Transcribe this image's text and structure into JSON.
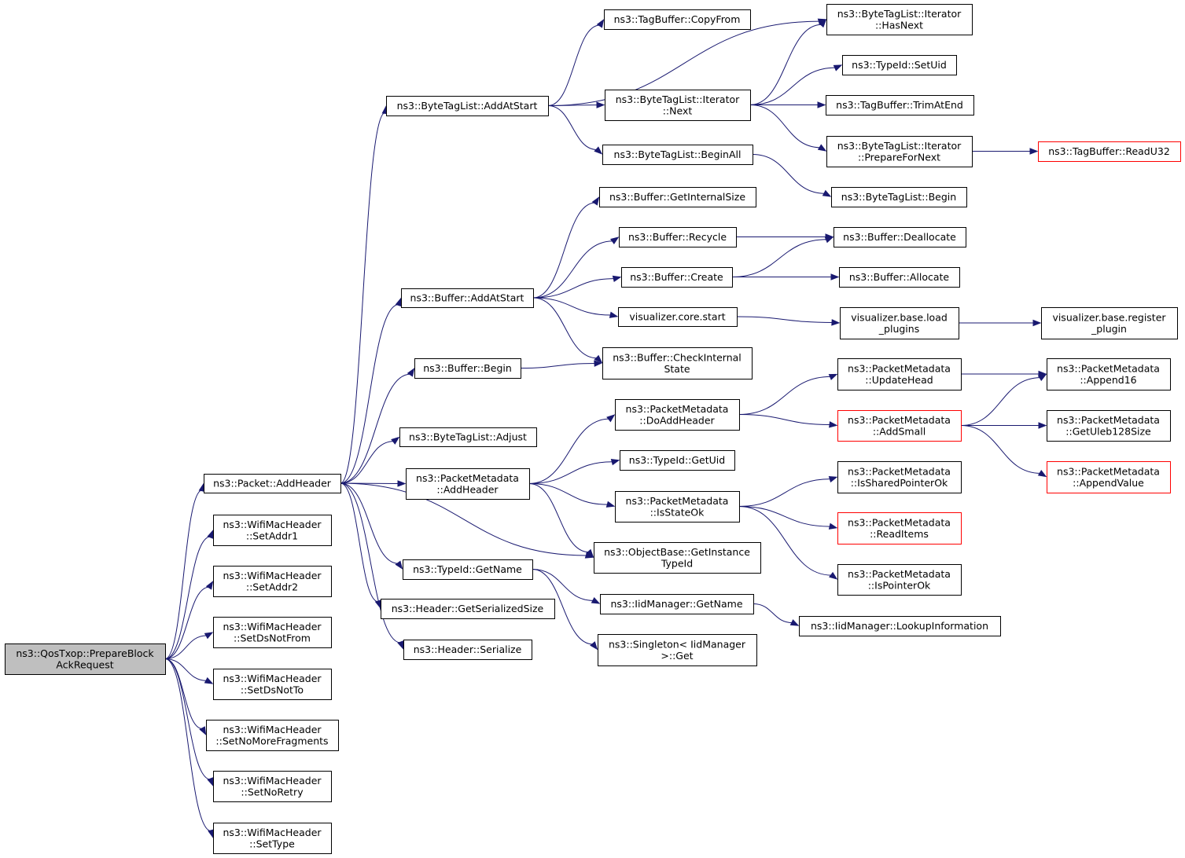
{
  "colors": {
    "edge": "#191970",
    "node_border": "#000000",
    "node_border_truncated": "#ff0000",
    "root_fill": "#bfbfbf",
    "node_fill": "#ffffff"
  },
  "nodes": [
    {
      "id": "root",
      "lines": [
        "ns3::QosTxop::PrepareBlock",
        "AckRequest"
      ],
      "root": true
    },
    {
      "id": "addHeader",
      "lines": [
        "ns3::Packet::AddHeader"
      ]
    },
    {
      "id": "setAddr1",
      "lines": [
        "ns3::WifiMacHeader",
        "::SetAddr1"
      ]
    },
    {
      "id": "setAddr2",
      "lines": [
        "ns3::WifiMacHeader",
        "::SetAddr2"
      ]
    },
    {
      "id": "setDsNotFrom",
      "lines": [
        "ns3::WifiMacHeader",
        "::SetDsNotFrom"
      ]
    },
    {
      "id": "setDsNotTo",
      "lines": [
        "ns3::WifiMacHeader",
        "::SetDsNotTo"
      ]
    },
    {
      "id": "setNoMoreFragments",
      "lines": [
        "ns3::WifiMacHeader",
        "::SetNoMoreFragments"
      ]
    },
    {
      "id": "setNoRetry",
      "lines": [
        "ns3::WifiMacHeader",
        "::SetNoRetry"
      ]
    },
    {
      "id": "setType",
      "lines": [
        "ns3::WifiMacHeader",
        "::SetType"
      ]
    },
    {
      "id": "btlAddAtStart",
      "lines": [
        "ns3::ByteTagList::AddAtStart"
      ]
    },
    {
      "id": "bufAddAtStart",
      "lines": [
        "ns3::Buffer::AddAtStart"
      ]
    },
    {
      "id": "bufBegin",
      "lines": [
        "ns3::Buffer::Begin"
      ]
    },
    {
      "id": "btlAdjust",
      "lines": [
        "ns3::ByteTagList::Adjust"
      ]
    },
    {
      "id": "pmAddHeader",
      "lines": [
        "ns3::PacketMetadata",
        "::AddHeader"
      ]
    },
    {
      "id": "typeIdGetName",
      "lines": [
        "ns3::TypeId::GetName"
      ]
    },
    {
      "id": "hdrGetSerializedSize",
      "lines": [
        "ns3::Header::GetSerializedSize"
      ]
    },
    {
      "id": "hdrSerialize",
      "lines": [
        "ns3::Header::Serialize"
      ]
    },
    {
      "id": "tbCopyFrom",
      "lines": [
        "ns3::TagBuffer::CopyFrom"
      ]
    },
    {
      "id": "btlItNext",
      "lines": [
        "ns3::ByteTagList::Iterator",
        "::Next"
      ]
    },
    {
      "id": "btlBeginAll",
      "lines": [
        "ns3::ByteTagList::BeginAll"
      ]
    },
    {
      "id": "bufGetInternalSize",
      "lines": [
        "ns3::Buffer::GetInternalSize"
      ]
    },
    {
      "id": "bufRecycle",
      "lines": [
        "ns3::Buffer::Recycle"
      ]
    },
    {
      "id": "bufCreate",
      "lines": [
        "ns3::Buffer::Create"
      ]
    },
    {
      "id": "vizCoreStart",
      "lines": [
        "visualizer.core.start"
      ]
    },
    {
      "id": "bufCheckInternalState",
      "lines": [
        "ns3::Buffer::CheckInternal",
        "State"
      ]
    },
    {
      "id": "pmDoAddHeader",
      "lines": [
        "ns3::PacketMetadata",
        "::DoAddHeader"
      ]
    },
    {
      "id": "typeIdGetUid",
      "lines": [
        "ns3::TypeId::GetUid"
      ]
    },
    {
      "id": "pmIsStateOk",
      "lines": [
        "ns3::PacketMetadata",
        "::IsStateOk"
      ]
    },
    {
      "id": "obGetInstanceTypeId",
      "lines": [
        "ns3::ObjectBase::GetInstance",
        "TypeId"
      ]
    },
    {
      "id": "iidGetName",
      "lines": [
        "ns3::IidManager::GetName"
      ]
    },
    {
      "id": "singletonGet",
      "lines": [
        "ns3::Singleton< IidManager",
        ">::Get"
      ]
    },
    {
      "id": "btlItHasNext",
      "lines": [
        "ns3::ByteTagList::Iterator",
        "::HasNext"
      ]
    },
    {
      "id": "typeIdSetUid",
      "lines": [
        "ns3::TypeId::SetUid"
      ]
    },
    {
      "id": "tbTrimAtEnd",
      "lines": [
        "ns3::TagBuffer::TrimAtEnd"
      ]
    },
    {
      "id": "btlItPrepareForNext",
      "lines": [
        "ns3::ByteTagList::Iterator",
        "::PrepareForNext"
      ]
    },
    {
      "id": "btlBegin",
      "lines": [
        "ns3::ByteTagList::Begin"
      ]
    },
    {
      "id": "bufDeallocate",
      "lines": [
        "ns3::Buffer::Deallocate"
      ]
    },
    {
      "id": "bufAllocate",
      "lines": [
        "ns3::Buffer::Allocate"
      ]
    },
    {
      "id": "vizBaseLoadPlugins",
      "lines": [
        "visualizer.base.load",
        "_plugins"
      ]
    },
    {
      "id": "pmUpdateHead",
      "lines": [
        "ns3::PacketMetadata",
        "::UpdateHead"
      ]
    },
    {
      "id": "pmAddSmall",
      "lines": [
        "ns3::PacketMetadata",
        "::AddSmall"
      ],
      "truncated": true
    },
    {
      "id": "pmIsSharedPointerOk",
      "lines": [
        "ns3::PacketMetadata",
        "::IsSharedPointerOk"
      ]
    },
    {
      "id": "pmReadItems",
      "lines": [
        "ns3::PacketMetadata",
        "::ReadItems"
      ],
      "truncated": true
    },
    {
      "id": "pmIsPointerOk",
      "lines": [
        "ns3::PacketMetadata",
        "::IsPointerOk"
      ]
    },
    {
      "id": "iidLookupInformation",
      "lines": [
        "ns3::IidManager::LookupInformation"
      ]
    },
    {
      "id": "tbReadU32",
      "lines": [
        "ns3::TagBuffer::ReadU32"
      ],
      "truncated": true
    },
    {
      "id": "vizBaseRegisterPlugin",
      "lines": [
        "visualizer.base.register",
        "_plugin"
      ]
    },
    {
      "id": "pmAppend16",
      "lines": [
        "ns3::PacketMetadata",
        "::Append16"
      ]
    },
    {
      "id": "pmGetUleb128Size",
      "lines": [
        "ns3::PacketMetadata",
        "::GetUleb128Size"
      ]
    },
    {
      "id": "pmAppendValue",
      "lines": [
        "ns3::PacketMetadata",
        "::AppendValue"
      ],
      "truncated": true
    }
  ],
  "edges": [
    [
      "root",
      "addHeader"
    ],
    [
      "root",
      "setAddr1"
    ],
    [
      "root",
      "setAddr2"
    ],
    [
      "root",
      "setDsNotFrom"
    ],
    [
      "root",
      "setDsNotTo"
    ],
    [
      "root",
      "setNoMoreFragments"
    ],
    [
      "root",
      "setNoRetry"
    ],
    [
      "root",
      "setType"
    ],
    [
      "addHeader",
      "btlAddAtStart"
    ],
    [
      "addHeader",
      "bufAddAtStart"
    ],
    [
      "addHeader",
      "bufBegin"
    ],
    [
      "addHeader",
      "btlAdjust"
    ],
    [
      "addHeader",
      "pmAddHeader"
    ],
    [
      "addHeader",
      "obGetInstanceTypeId"
    ],
    [
      "addHeader",
      "typeIdGetName"
    ],
    [
      "addHeader",
      "hdrGetSerializedSize"
    ],
    [
      "addHeader",
      "hdrSerialize"
    ],
    [
      "btlAddAtStart",
      "tbCopyFrom"
    ],
    [
      "btlAddAtStart",
      "btlItHasNext"
    ],
    [
      "btlAddAtStart",
      "btlItNext"
    ],
    [
      "btlAddAtStart",
      "btlBeginAll"
    ],
    [
      "btlItNext",
      "btlItHasNext"
    ],
    [
      "btlItNext",
      "typeIdSetUid"
    ],
    [
      "btlItNext",
      "tbTrimAtEnd"
    ],
    [
      "btlItNext",
      "btlItPrepareForNext"
    ],
    [
      "btlItPrepareForNext",
      "tbReadU32"
    ],
    [
      "btlBeginAll",
      "btlBegin"
    ],
    [
      "bufAddAtStart",
      "bufGetInternalSize"
    ],
    [
      "bufAddAtStart",
      "bufRecycle"
    ],
    [
      "bufAddAtStart",
      "bufCreate"
    ],
    [
      "bufAddAtStart",
      "vizCoreStart"
    ],
    [
      "bufAddAtStart",
      "bufCheckInternalState"
    ],
    [
      "bufRecycle",
      "bufDeallocate"
    ],
    [
      "bufCreate",
      "bufDeallocate"
    ],
    [
      "bufCreate",
      "bufAllocate"
    ],
    [
      "vizCoreStart",
      "vizBaseLoadPlugins"
    ],
    [
      "vizBaseLoadPlugins",
      "vizBaseRegisterPlugin"
    ],
    [
      "bufBegin",
      "bufCheckInternalState"
    ],
    [
      "pmAddHeader",
      "pmDoAddHeader"
    ],
    [
      "pmAddHeader",
      "typeIdGetUid"
    ],
    [
      "pmAddHeader",
      "pmIsStateOk"
    ],
    [
      "pmAddHeader",
      "obGetInstanceTypeId"
    ],
    [
      "pmDoAddHeader",
      "pmUpdateHead"
    ],
    [
      "pmDoAddHeader",
      "pmAddSmall"
    ],
    [
      "pmUpdateHead",
      "pmAppend16"
    ],
    [
      "pmAddSmall",
      "pmAppend16"
    ],
    [
      "pmAddSmall",
      "pmGetUleb128Size"
    ],
    [
      "pmAddSmall",
      "pmAppendValue"
    ],
    [
      "pmIsStateOk",
      "pmIsSharedPointerOk"
    ],
    [
      "pmIsStateOk",
      "pmReadItems"
    ],
    [
      "pmIsStateOk",
      "pmIsPointerOk"
    ],
    [
      "typeIdGetName",
      "iidGetName"
    ],
    [
      "typeIdGetName",
      "singletonGet"
    ],
    [
      "iidGetName",
      "iidLookupInformation"
    ]
  ]
}
